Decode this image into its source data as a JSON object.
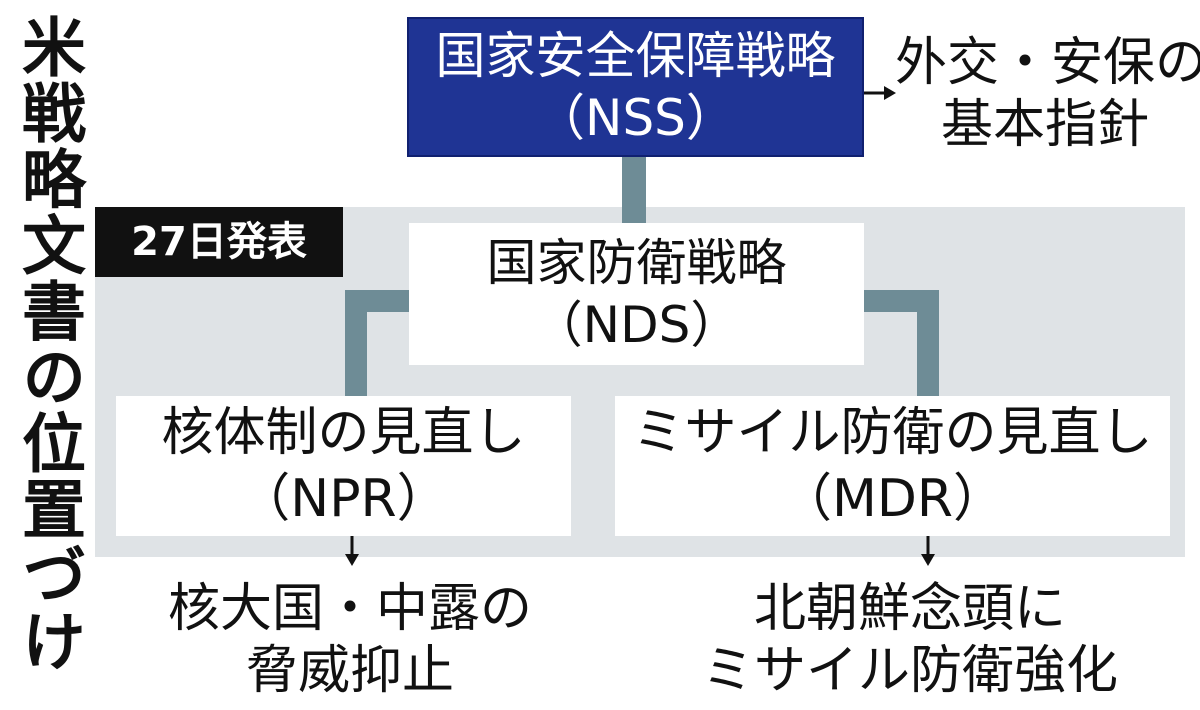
{
  "title": "米戦略文書の位置づけ",
  "badge": "27日発表",
  "nss": {
    "name": "国家安全保障戦略",
    "abbr": "（NSS）",
    "note_line1": "外交・安保の",
    "note_line2": "基本指針"
  },
  "nds": {
    "name": "国家防衛戦略",
    "abbr": "（NDS）"
  },
  "npr": {
    "name": "核体制の見直し",
    "abbr": "（NPR）",
    "note_line1": "核大国・中露の",
    "note_line2": "脅威抑止"
  },
  "mdr": {
    "name": "ミサイル防衛の見直し",
    "abbr": "（MDR）",
    "note_line1": "北朝鮮念頭に",
    "note_line2": "ミサイル防衛強化"
  },
  "colors": {
    "nss_fill": "#1f3494",
    "panel": "#dfe3e6",
    "connector": "#6e8c96",
    "badge": "#111111"
  }
}
